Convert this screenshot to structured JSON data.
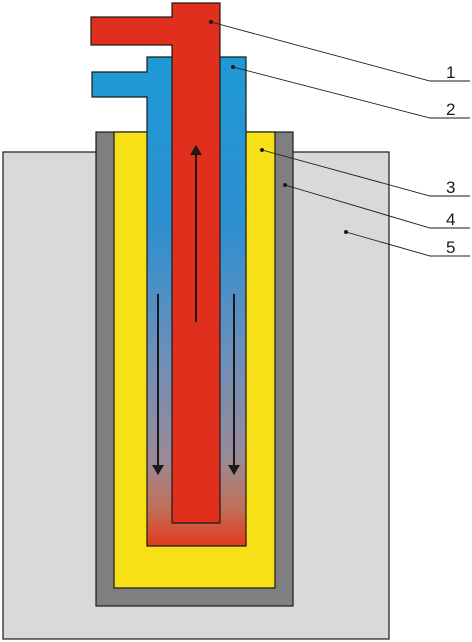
{
  "diagram": {
    "callouts": [
      {
        "id": "1",
        "label": "1",
        "part": "inner-tube"
      },
      {
        "id": "2",
        "label": "2",
        "part": "outer-tube"
      },
      {
        "id": "3",
        "label": "3",
        "part": "fill-layer"
      },
      {
        "id": "4",
        "label": "4",
        "part": "casing-wall"
      },
      {
        "id": "5",
        "label": "5",
        "part": "ground-block"
      }
    ],
    "flow_arrows": [
      {
        "id": "up",
        "direction": "up"
      },
      {
        "id": "down-left",
        "direction": "down"
      },
      {
        "id": "down-right",
        "direction": "down"
      }
    ],
    "colors": {
      "ground": "#d9d9d9",
      "casing": "#7f7f7f",
      "fill": "#f7e017",
      "outer_tube_top": "#1e9ad6",
      "outer_tube_bottom": "#e23b1f",
      "inner_tube": "#e02f1c",
      "outline": "#1a1a1a"
    }
  }
}
